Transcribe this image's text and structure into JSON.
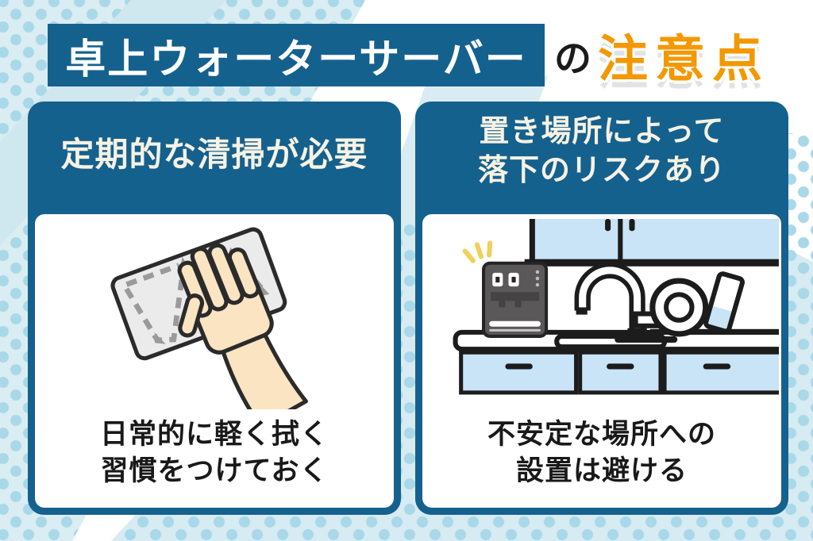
{
  "title": {
    "highlight": "卓上ウォーターサーバー",
    "connector": "の",
    "accent": "注意点"
  },
  "cards": [
    {
      "heading_lines": [
        "定期的な清掃が必要"
      ],
      "caption_lines": [
        "日常的に軽く拭く",
        "習慣をつけておく"
      ],
      "illustration": "hand-wiping-with-cloth"
    },
    {
      "heading_lines": [
        "置き場所によって",
        "落下のリスクあり"
      ],
      "caption_lines": [
        "不安定な場所への",
        "設置は避ける"
      ],
      "illustration": "water-server-on-kitchen-counter"
    }
  ],
  "colors": {
    "deep_blue": "#15618e",
    "accent_orange": "#f39800",
    "light_blue_bg": "#daedf3",
    "dot_blue": "#a9d8e8",
    "cabinet_blue": "#c9e3f7",
    "heading_cream": "#f7f2e3",
    "caption_black": "#191919"
  }
}
